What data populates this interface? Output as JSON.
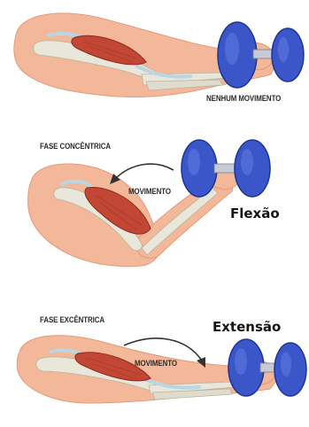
{
  "panels": [
    {
      "id": "rest",
      "label_right": "NENHUM MOVIMENTO"
    },
    {
      "id": "flexion",
      "phase": "FASE CONCÊNTRICA",
      "movement": "MOVIMENTO",
      "title": "Flexão"
    },
    {
      "id": "extension",
      "phase": "FASE EXCÊNTRICA",
      "movement": "MOVIMENTO",
      "title": "Extensão"
    }
  ],
  "colors": {
    "skin": "#f3b79a",
    "skin_shadow": "#e59b78",
    "bone": "#e9e6da",
    "tendon": "#b9d6e3",
    "muscle": "#c24634",
    "muscle_dark": "#8e2a1e",
    "dumbbell": "#3a56c8",
    "dumbbell_dark": "#1f3593",
    "arrow": "#333333"
  },
  "icons": [
    "arm-illustration",
    "dumbbell-icon",
    "curved-arrow-icon"
  ]
}
